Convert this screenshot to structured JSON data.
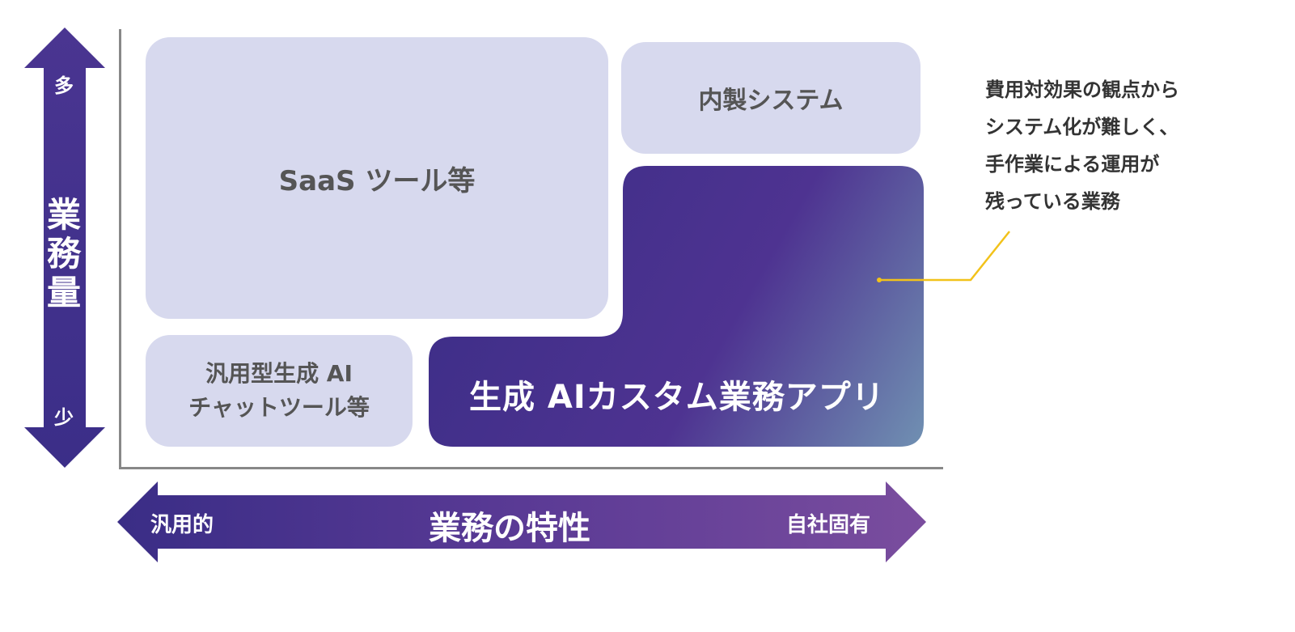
{
  "vertical_axis": {
    "title_chars": [
      "業",
      "務",
      "量"
    ],
    "top_label": "多",
    "bottom_label": "少"
  },
  "horizontal_axis": {
    "title": "業務の特性",
    "left_label": "汎用的",
    "right_label": "自社固有"
  },
  "quadrants": {
    "saas": "SaaS ツール等",
    "inhouse": "内製システム",
    "generic_ai": [
      "汎用型生成 AI",
      "チャットツール等"
    ],
    "custom_app": "生成 AIカスタム業務アプリ"
  },
  "annotation": {
    "lines": [
      "費用対効果の観点から",
      "システム化が難しく、",
      "手作業による運用が",
      "残っている業務"
    ]
  },
  "colors": {
    "box_light": "#d7d9ee",
    "arrow_dark": "#3a2d86",
    "arrow_light": "#7a4d9e",
    "highlight_start": "#3b2e88",
    "highlight_end": "#6e8fb3",
    "callout_line": "#f2c21a"
  }
}
